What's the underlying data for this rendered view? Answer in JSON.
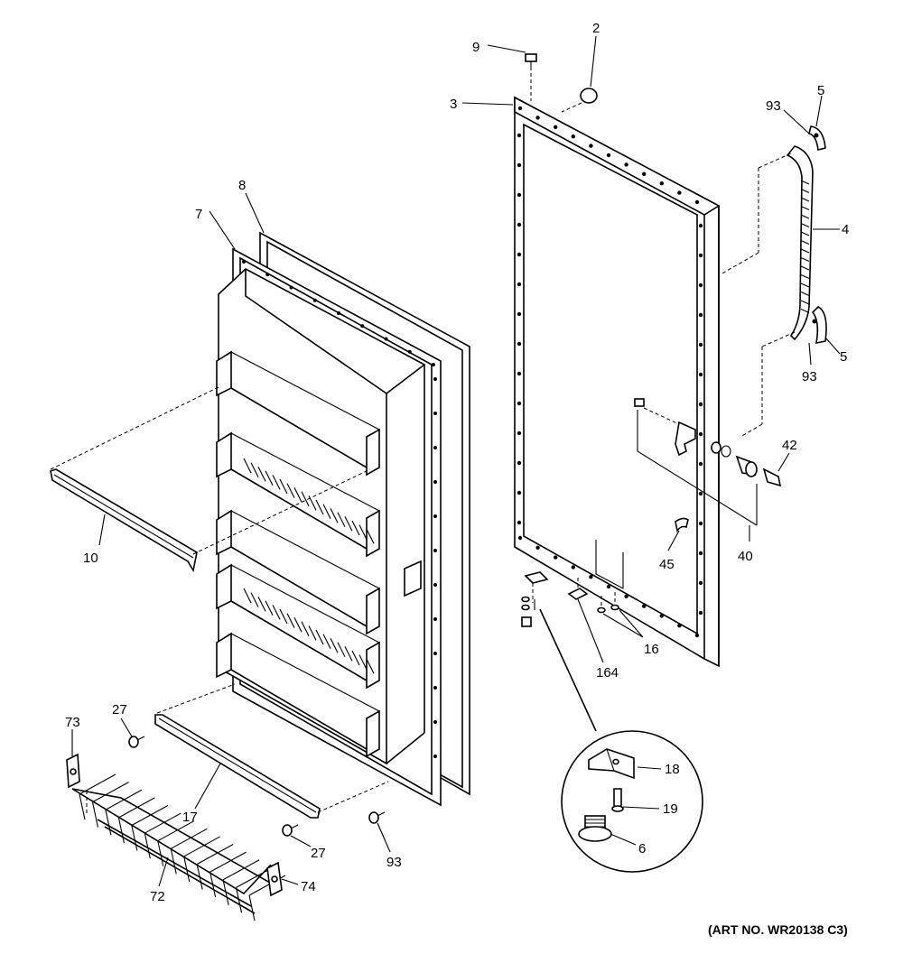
{
  "callouts": {
    "c9": "9",
    "c2": "2",
    "c3": "3",
    "c93a": "93",
    "c5a": "5",
    "c4": "4",
    "c93b": "93",
    "c5b": "5",
    "c8": "8",
    "c7": "7",
    "c42": "42",
    "c10": "10",
    "c40": "40",
    "c45": "45",
    "c16": "16",
    "c164": "164",
    "c27a": "27",
    "c73": "73",
    "c18": "18",
    "c19": "19",
    "c6": "6",
    "c17": "17",
    "c27b": "27",
    "c93c": "93",
    "c72": "72",
    "c74": "74"
  },
  "art_number": "(ART NO. WR20138 C3)"
}
